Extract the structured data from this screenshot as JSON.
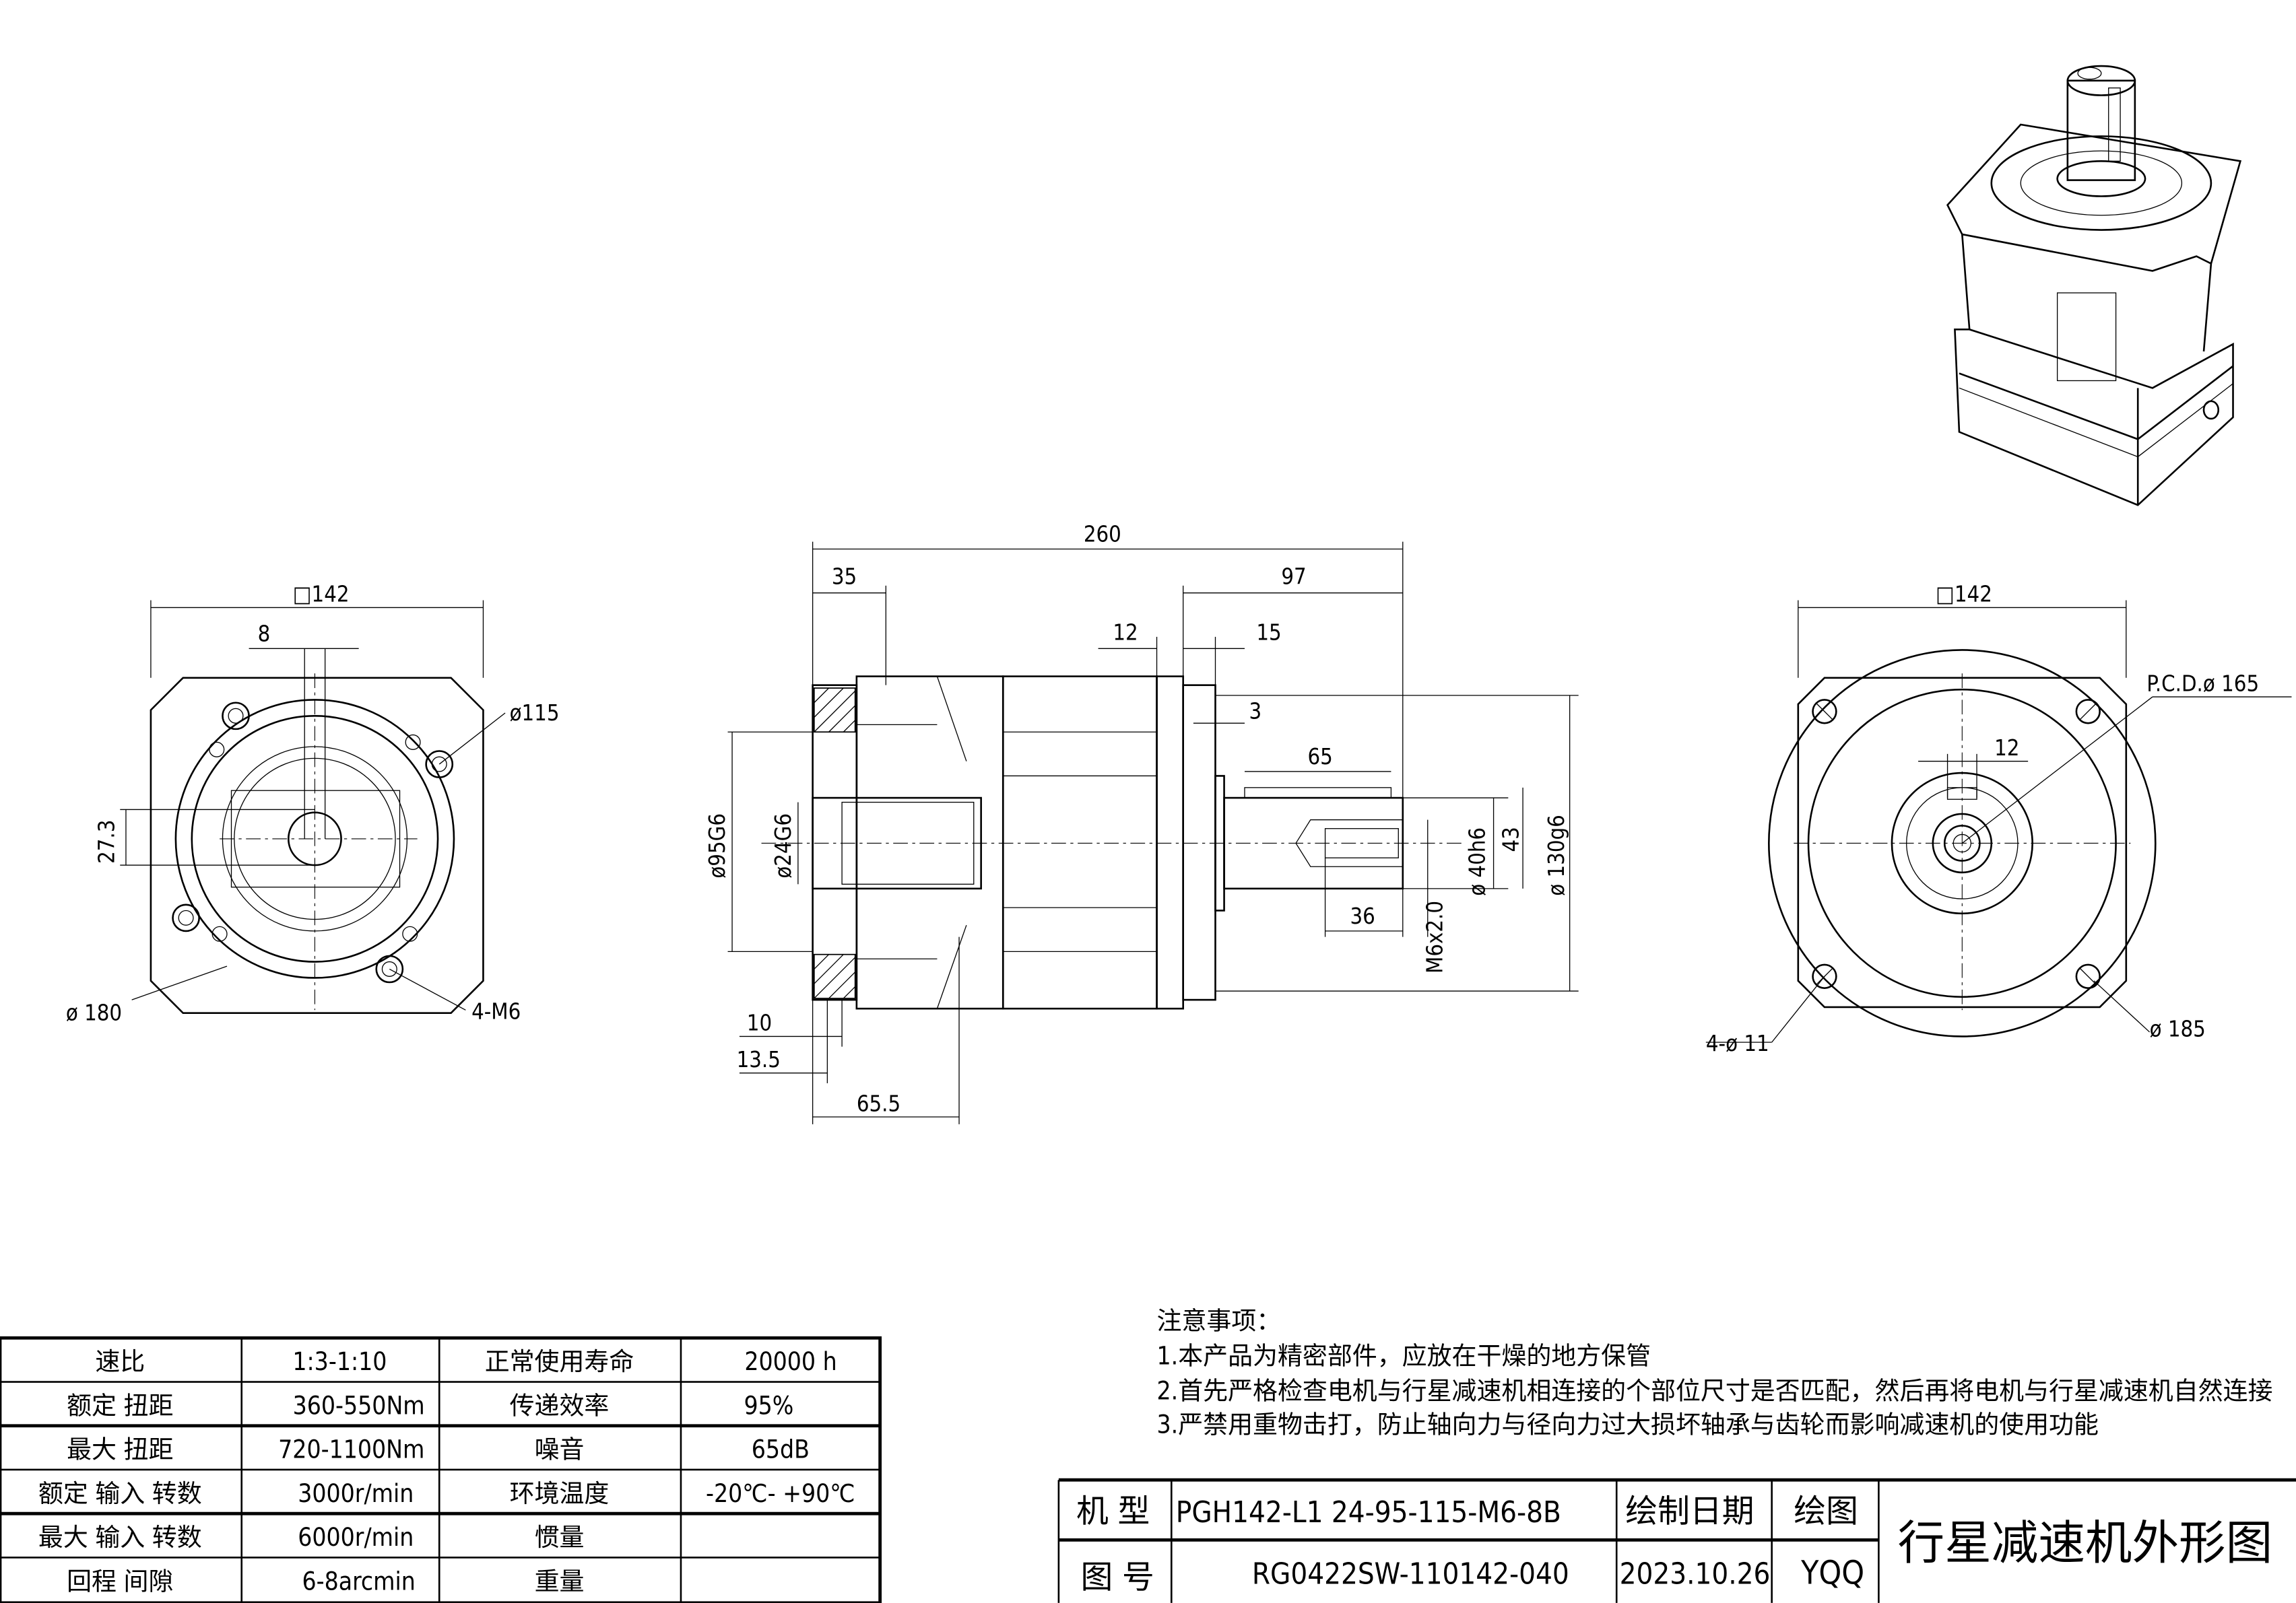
{
  "drawing_title": "行星减速机外形图",
  "left_view": {
    "square": "□142",
    "keyway": "8",
    "pcd": "ø115",
    "height": "27.3",
    "outer": "ø 180",
    "holes": "4-M6"
  },
  "side_view": {
    "total_length": "260",
    "flange_len": "35",
    "shaft_len": "97",
    "d12": "12",
    "d15": "15",
    "d3": "3",
    "key_len": "65",
    "bore": "ø95G6",
    "bore_inner": "ø24G6",
    "d10": "10",
    "d13_5": "13.5",
    "d65_5": "65.5",
    "d36": "36",
    "thread": "M6x2.0",
    "shaft_dia": "ø 40h6",
    "key_height": "43",
    "pilot": "ø 130g6"
  },
  "right_view": {
    "square": "□142",
    "pcd": "P.C.D.ø 165",
    "key_width": "12",
    "holes": "4-ø 11",
    "outer": "ø 185"
  },
  "spec_table": {
    "rows": [
      [
        "速比",
        "1:3-1:10",
        "正常使用寿命",
        "20000  h"
      ],
      [
        "额定 扭距",
        "360-550Nm",
        "传递效率",
        "95%"
      ],
      [
        "最大 扭距",
        "720-1100Nm",
        "噪音",
        "65dB"
      ],
      [
        "额定 输入 转数",
        "3000r/min",
        "环境温度",
        "-20℃- +90℃"
      ],
      [
        "最大 输入 转数",
        "6000r/min",
        "惯量",
        ""
      ],
      [
        "回程 间隙",
        "6-8arcmin",
        "重量",
        ""
      ]
    ]
  },
  "notes": {
    "heading": "注意事项：",
    "items": [
      "1.本产品为精密部件，应放在干燥的地方保管",
      "2.首先严格检查电机与行星减速机相连接的个部位尺寸是否匹配，然后再将电机与行星减速机自然连接",
      "3.严禁用重物击打，防止轴向力与径向力过大损坏轴承与齿轮而影响减速机的使用功能"
    ]
  },
  "title_block": {
    "model_label": "机 型",
    "model_value": "PGH142-L1 24-95-115-M6-8B",
    "date_label": "绘制日期",
    "drawer_label": "绘图",
    "number_label": "图 号",
    "number_value": "RG0422SW-110142-040",
    "date_value": "2023.10.26",
    "drawer_value": "YQQ"
  }
}
